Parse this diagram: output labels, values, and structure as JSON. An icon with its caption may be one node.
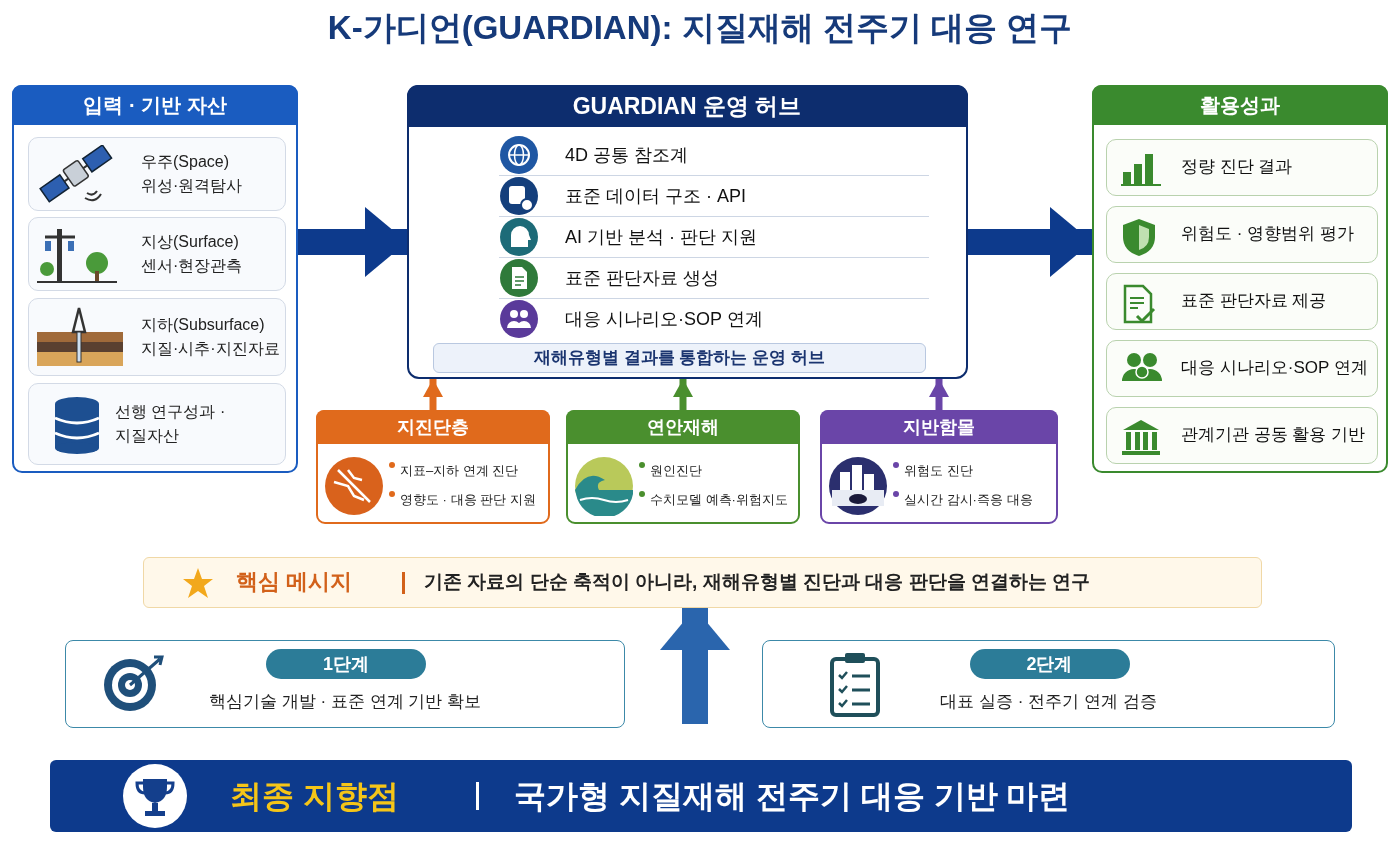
{
  "diagram": {
    "title": "K-가디언(GUARDIAN): 지질재해 전주기 대응 연구",
    "nodes": [
      {
        "text": [
          "입력 · 기반 자산"
        ]
      },
      {
        "text": [
          "우주(Space)",
          "위성·원격탐사"
        ],
        "in": 0
      },
      {
        "text": [
          "지상(Surface)",
          "센서·현장관측"
        ],
        "in": 0
      },
      {
        "text": [
          "지하(Subsurface)",
          "지질·시추·지진자료"
        ],
        "in": 0
      },
      {
        "text": [
          "선행 연구성과 · 지질자산"
        ],
        "in": 0
      },
      {
        "text": [
          "GUARDIAN 운영 허브"
        ]
      },
      {
        "text": [
          "4D 공통 참조계"
        ],
        "in": 5
      },
      {
        "text": [
          "표준 데이터 구조 · API"
        ],
        "in": 5
      },
      {
        "text": [
          "AI 기반 분석 · 판단 지원"
        ],
        "in": 5
      },
      {
        "text": [
          "표준 판단자료 생성"
        ],
        "in": 5
      },
      {
        "text": [
          "대응 시나리오·SOP 연계"
        ],
        "in": 5
      },
      {
        "text": [
          "재해유형별 결과를 통합하는 운영 허브"
        ],
        "in": 5
      },
      {
        "text": [
          "지진단층",
          "지표–지하 연계 진단",
          "영향도 · 대응 판단 지원"
        ]
      },
      {
        "text": [
          "연안재해",
          "원인진단",
          "수치모델 예측·위험지도"
        ]
      },
      {
        "text": [
          "지반함몰",
          "위험도 진단",
          "실시간 감시·즉응 대응"
        ]
      },
      {
        "text": [
          "활용성과"
        ]
      },
      {
        "text": [
          "정량 진단 결과"
        ],
        "in": 15
      },
      {
        "text": [
          "위험도 · 영향범위 평가"
        ],
        "in": 15
      },
      {
        "text": [
          "표준 판단자료 제공"
        ],
        "in": 15
      },
      {
        "text": [
          "대응 시나리오·SOP 연계"
        ],
        "in": 15
      },
      {
        "text": [
          "관계기관 공동 활용 기반"
        ],
        "in": 15
      },
      {
        "text": [
          "핵심 메시지",
          "기존 자료의 단순 축적이 아니라, 재해유형별 진단과 대응 판단을 연결하는 연구"
        ]
      },
      {
        "text": [
          "1단계",
          "핵심기술 개발 · 표준 연계 기반 확보"
        ]
      },
      {
        "text": [
          "2단계",
          "대표 실증 · 전주기 연계 검증"
        ]
      },
      {
        "text": [
          "최종 지향점",
          "국가형 지질재해 전주기 대응 기반 마련"
        ]
      }
    ],
    "edges": [
      {
        "from": 0,
        "to": 5,
        "arrow": "to",
        "style": "thick",
        "color": "#0d3a8c"
      },
      {
        "from": 5,
        "to": 15,
        "arrow": "to",
        "style": "thick",
        "color": "#0d3a8c"
      },
      {
        "from": 12,
        "to": 5,
        "arrow": "to",
        "color": "#e06a1c"
      },
      {
        "from": 13,
        "to": 5,
        "arrow": "to",
        "color": "#4a8f2e"
      },
      {
        "from": 14,
        "to": 5,
        "arrow": "to",
        "color": "#6a45a8"
      },
      {
        "from": null,
        "to": 21,
        "arrow": "to",
        "style": "thick",
        "color": "#2a65ad"
      }
    ]
  }
}
